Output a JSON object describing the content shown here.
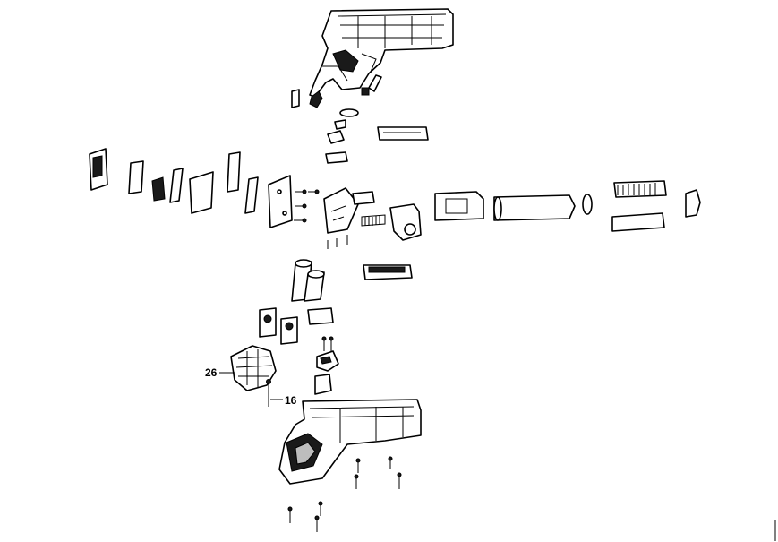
{
  "diagram": {
    "type": "exploded-parts-view",
    "line_color": "#000000",
    "background": "#ffffff"
  },
  "callouts": [
    {
      "label": "26"
    },
    {
      "label": "16"
    }
  ]
}
